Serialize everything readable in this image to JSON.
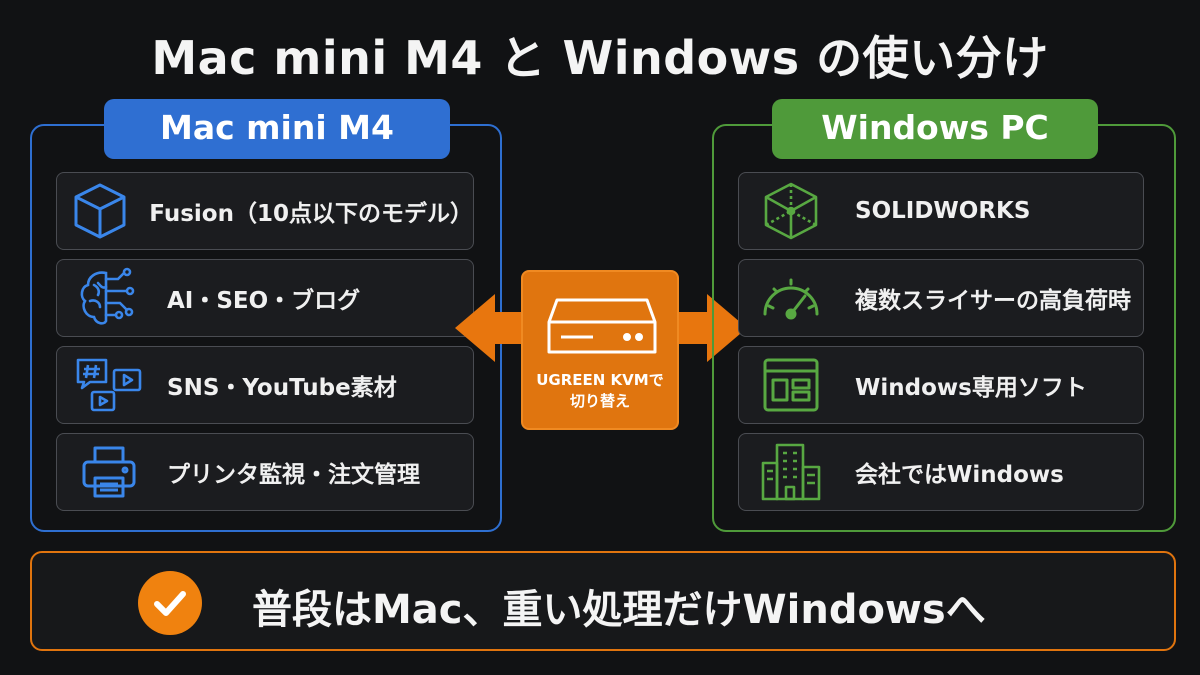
{
  "title": "Mac mini M4 と Windows の使い分け",
  "mac": {
    "label": "Mac mini M4",
    "items": [
      {
        "label": "Fusion（10点以下のモデル）",
        "icon": "cube-icon"
      },
      {
        "label": "AI・SEO・ブログ",
        "icon": "brain-icon"
      },
      {
        "label": "SNS・YouTube素材",
        "icon": "social-media-icon"
      },
      {
        "label": "プリンタ監視・注文管理",
        "icon": "printer-icon"
      }
    ]
  },
  "windows": {
    "label": "Windows PC",
    "items": [
      {
        "label": "SOLIDWORKS",
        "icon": "solidworks-cube-icon"
      },
      {
        "label": "複数スライサーの高負荷時",
        "icon": "gauge-icon"
      },
      {
        "label": "Windows専用ソフト",
        "icon": "app-window-icon"
      },
      {
        "label": "会社ではWindows",
        "icon": "office-building-icon"
      }
    ]
  },
  "kvm": {
    "line1": "UGREEN KVMで",
    "line2": "切り替え",
    "icon": "kvm-device-icon"
  },
  "summary": {
    "text": "普段はMac、重い処理だけWindowsへ",
    "icon": "checkmark-icon"
  },
  "colors": {
    "mac_blue": "#2f6fd2",
    "windows_green": "#4f9a3a",
    "kvm_orange": "#e0750f"
  }
}
